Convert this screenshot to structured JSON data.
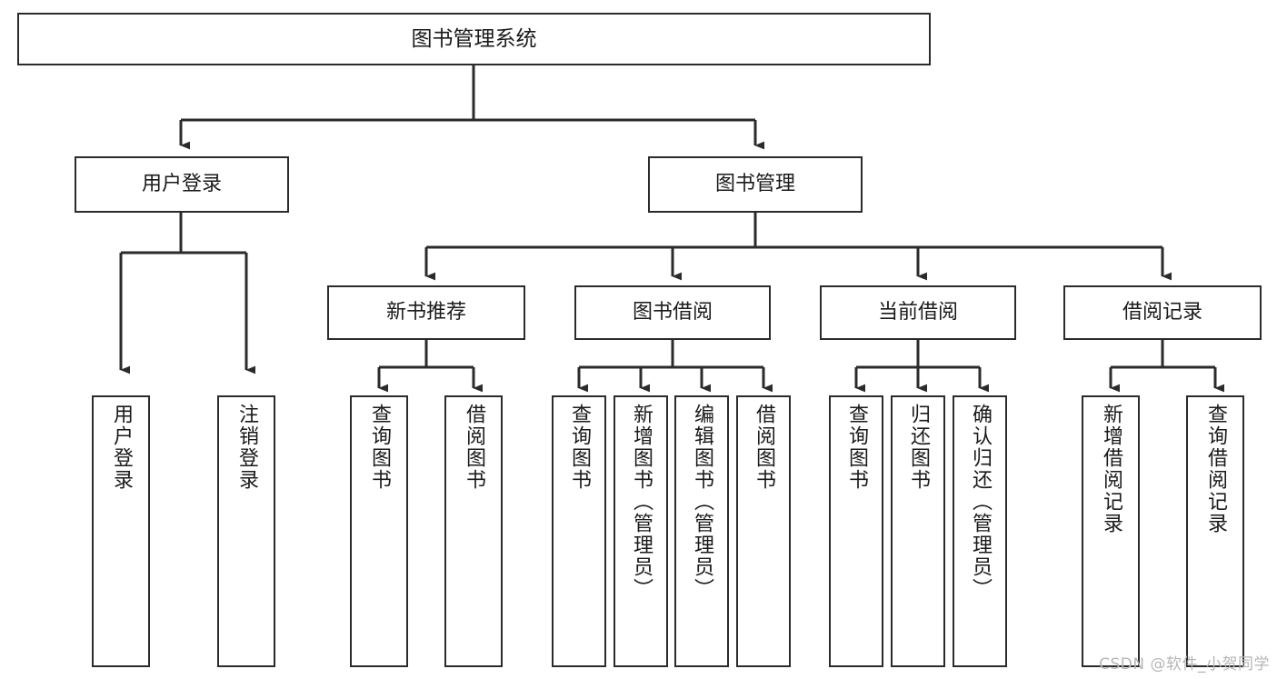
{
  "diagram": {
    "title": "图书管理系统",
    "watermark": "CSDN @软件_小贺同学",
    "root": {
      "label": "图书管理系统"
    },
    "level1": [
      {
        "label": "用户登录"
      },
      {
        "label": "图书管理"
      }
    ],
    "level2": [
      {
        "label": "新书推荐"
      },
      {
        "label": "图书借阅"
      },
      {
        "label": "当前借阅"
      },
      {
        "label": "借阅记录"
      }
    ],
    "leaves": {
      "user_login": [
        {
          "label": "用户登录"
        },
        {
          "label": "注销登录"
        }
      ],
      "new_book": [
        {
          "label": "查询图书"
        },
        {
          "label": "借阅图书"
        }
      ],
      "borrow_book": [
        {
          "label": "查询图书"
        },
        {
          "label": "新增图书（管理员）"
        },
        {
          "label": "编辑图书（管理员）"
        },
        {
          "label": "借阅图书"
        }
      ],
      "current_borrow": [
        {
          "label": "查询图书"
        },
        {
          "label": "归还图书"
        },
        {
          "label": "确认归还（管理员）"
        }
      ],
      "borrow_record": [
        {
          "label": "新增借阅记录"
        },
        {
          "label": "查询借阅记录"
        }
      ]
    },
    "colors": {
      "stroke": "#2b2b2b",
      "fill": "#ffffff",
      "text": "#1a1a1a",
      "watermark": "#b6b6b6"
    }
  }
}
